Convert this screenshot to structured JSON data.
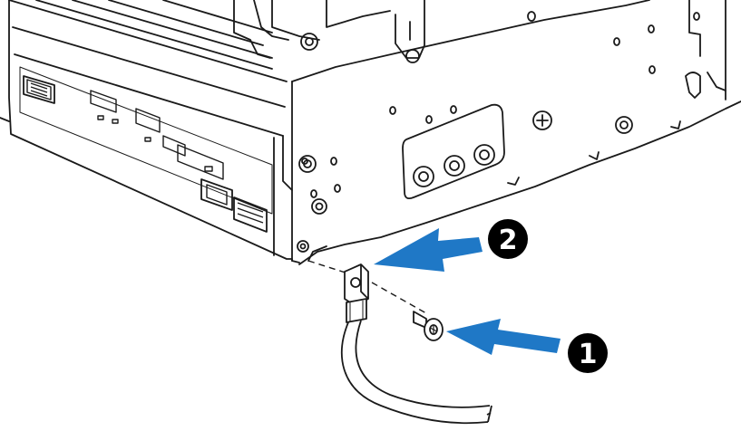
{
  "colors": {
    "line": "#1a1a1a",
    "arrow": "#1f78c6",
    "callout_bg": "#000000",
    "callout_text": "#ffffff",
    "background": "#ffffff"
  },
  "callouts": [
    {
      "label": "1",
      "target": "screw"
    },
    {
      "label": "2",
      "target": "ground-lug"
    }
  ]
}
